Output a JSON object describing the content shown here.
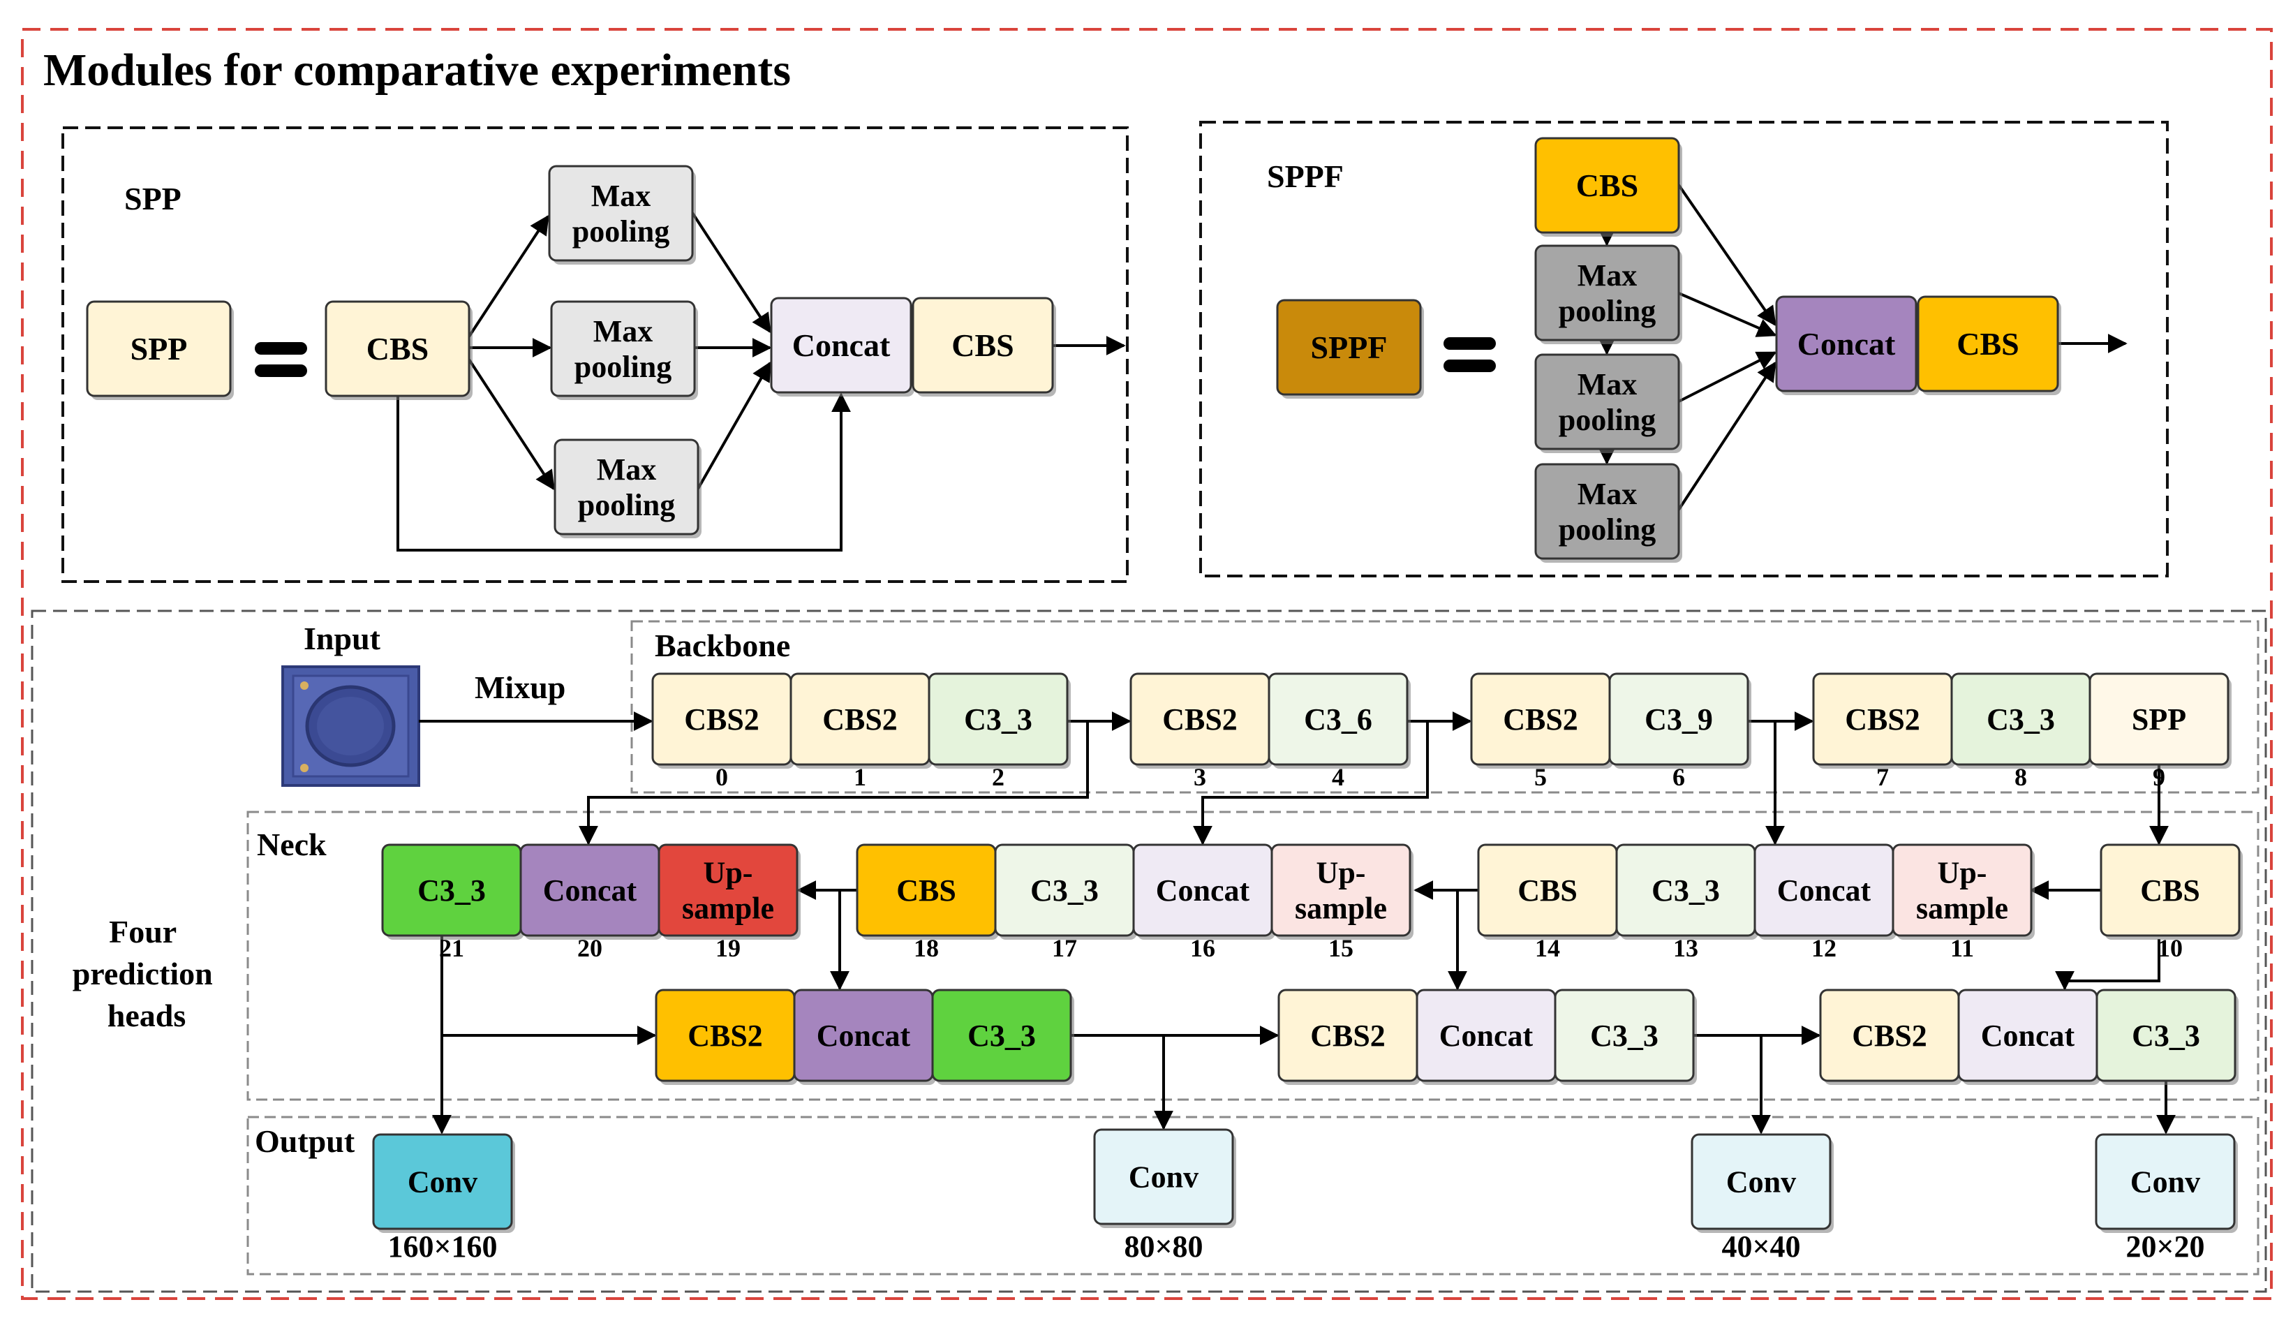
{
  "title": "Modules for comparative experiments",
  "spp": {
    "panel_label": "SPP",
    "lhs_block": "SPP",
    "cbs_in": "CBS",
    "pool_1": [
      "Max",
      "pooling"
    ],
    "pool_2": [
      "Max",
      "pooling"
    ],
    "pool_3": [
      "Max",
      "pooling"
    ],
    "concat": "Concat",
    "cbs_out": "CBS"
  },
  "sppf": {
    "panel_label": "SPPF",
    "lhs_block": "SPPF",
    "cbs_in": "CBS",
    "pool_1": [
      "Max",
      "pooling"
    ],
    "pool_2": [
      "Max",
      "pooling"
    ],
    "pool_3": [
      "Max",
      "pooling"
    ],
    "concat": "Concat",
    "cbs_out": "CBS"
  },
  "labels": {
    "input": "Input",
    "mixup": "Mixup",
    "backbone": "Backbone",
    "neck": "Neck",
    "output": "Output",
    "heads": [
      "Four",
      "prediction",
      "heads"
    ]
  },
  "backbone": [
    {
      "text": [
        "CBS2"
      ],
      "index": "0"
    },
    {
      "text": [
        "CBS2"
      ],
      "index": "1"
    },
    {
      "text": [
        "C3_3"
      ],
      "index": "2"
    },
    {
      "text": [
        "CBS2"
      ],
      "index": "3"
    },
    {
      "text": [
        "C3_6"
      ],
      "index": "4"
    },
    {
      "text": [
        "CBS2"
      ],
      "index": "5"
    },
    {
      "text": [
        "C3_9"
      ],
      "index": "6"
    },
    {
      "text": [
        "CBS2"
      ],
      "index": "7"
    },
    {
      "text": [
        "C3_3"
      ],
      "index": "8"
    },
    {
      "text": [
        "SPP"
      ],
      "index": "9"
    }
  ],
  "neck_top": [
    {
      "text": [
        "C3_3"
      ],
      "index": "21"
    },
    {
      "text": [
        "Concat"
      ],
      "index": "20"
    },
    {
      "text": [
        "Up-",
        "sample"
      ],
      "index": "19"
    },
    {
      "text": [
        "CBS"
      ],
      "index": "18"
    },
    {
      "text": [
        "C3_3"
      ],
      "index": "17"
    },
    {
      "text": [
        "Concat"
      ],
      "index": "16"
    },
    {
      "text": [
        "Up-",
        "sample"
      ],
      "index": "15"
    },
    {
      "text": [
        "CBS"
      ],
      "index": "14"
    },
    {
      "text": [
        "C3_3"
      ],
      "index": "13"
    },
    {
      "text": [
        "Concat"
      ],
      "index": "12"
    },
    {
      "text": [
        "Up-",
        "sample"
      ],
      "index": "11"
    },
    {
      "text": [
        "CBS"
      ],
      "index": "10"
    }
  ],
  "neck_bottom": [
    {
      "text": [
        "CBS2"
      ]
    },
    {
      "text": [
        "Concat"
      ]
    },
    {
      "text": [
        "C3_3"
      ]
    },
    {
      "text": [
        "CBS2"
      ]
    },
    {
      "text": [
        "Concat"
      ]
    },
    {
      "text": [
        "C3_3"
      ]
    },
    {
      "text": [
        "CBS2"
      ]
    },
    {
      "text": [
        "Concat"
      ]
    },
    {
      "text": [
        "C3_3"
      ]
    }
  ],
  "outputs": [
    {
      "text": [
        "Conv"
      ],
      "size": "160×160"
    },
    {
      "text": [
        "Conv"
      ],
      "size": "80×80"
    },
    {
      "text": [
        "Conv"
      ],
      "size": "40×40"
    },
    {
      "text": [
        "Conv"
      ],
      "size": "20×20"
    }
  ],
  "colors": {
    "cream": "#FFF4D6",
    "light_green": "#E5F3DC",
    "pale_green": "#EEF6E8",
    "lavender": "#EFEAF4",
    "purple": "#A585BE",
    "pink": "#FBE4E2",
    "red": "#E2473D",
    "orange": "#FFC000",
    "bright_green": "#5FD23F",
    "gray_light": "#E6E6E6",
    "gray_dark": "#A6A6A6",
    "sppf_brown": "#C98A0B",
    "teal": "#5BC8D9",
    "light_blue": "#E4F4F8",
    "red_dash": "#D9443C"
  }
}
